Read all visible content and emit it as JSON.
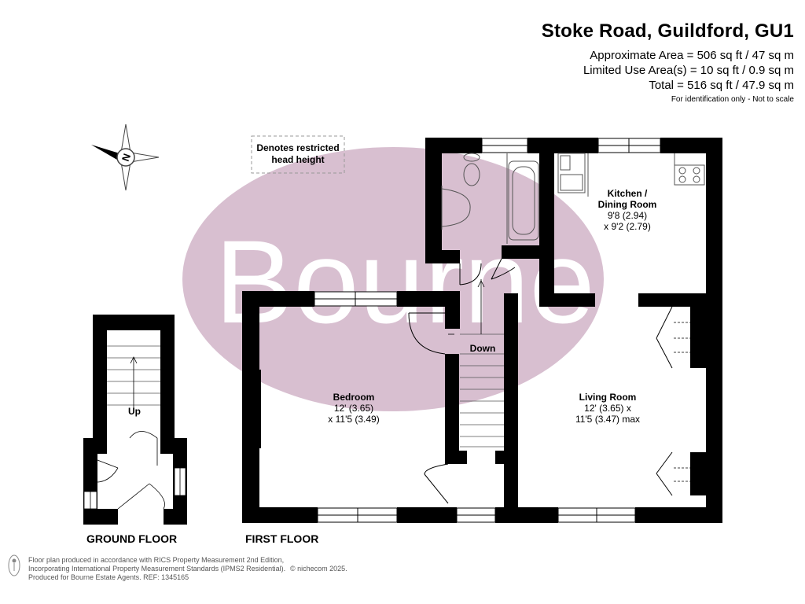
{
  "header": {
    "title": "Stoke Road, Guildford, GU1",
    "approx_area": "Approximate Area = 506 sq ft / 47 sq m",
    "limited_use": "Limited Use Area(s) = 10 sq ft / 0.9 sq m",
    "total": "Total = 516 sq ft / 47.9 sq m",
    "note": "For identification only - Not to scale"
  },
  "compass": {
    "north_label": "N"
  },
  "legend": {
    "restricted_line1": "Denotes restricted",
    "restricted_line2": "head height"
  },
  "watermark": {
    "text": "Bourne",
    "ellipse_color": "#d8bfd0"
  },
  "rooms": {
    "kitchen": {
      "name1": "Kitchen /",
      "name2": "Dining Room",
      "dim1": "9'8 (2.94)",
      "dim2": "x 9'2 (2.79)"
    },
    "bedroom": {
      "name": "Bedroom",
      "dim1": "12' (3.65)",
      "dim2": "x 11'5 (3.49)"
    },
    "living": {
      "name": "Living Room",
      "dim1": "12' (3.65) x",
      "dim2": "11'5 (3.47) max"
    }
  },
  "stairs": {
    "down_label": "Down",
    "up_label": "Up"
  },
  "floors": {
    "ground": "GROUND FLOOR",
    "first": "FIRST FLOOR"
  },
  "footer": {
    "line1": "Floor plan produced in accordance with RICS Property Measurement 2nd Edition,",
    "line2": "Incorporating International Property Measurement Standards (IPMS2 Residential).",
    "copyright": "© nichecom 2025.",
    "line3": "Produced for Bourne Estate Agents.   REF:  1345165"
  },
  "colors": {
    "wall": "#000000",
    "watermark": "#d8bfd0"
  }
}
